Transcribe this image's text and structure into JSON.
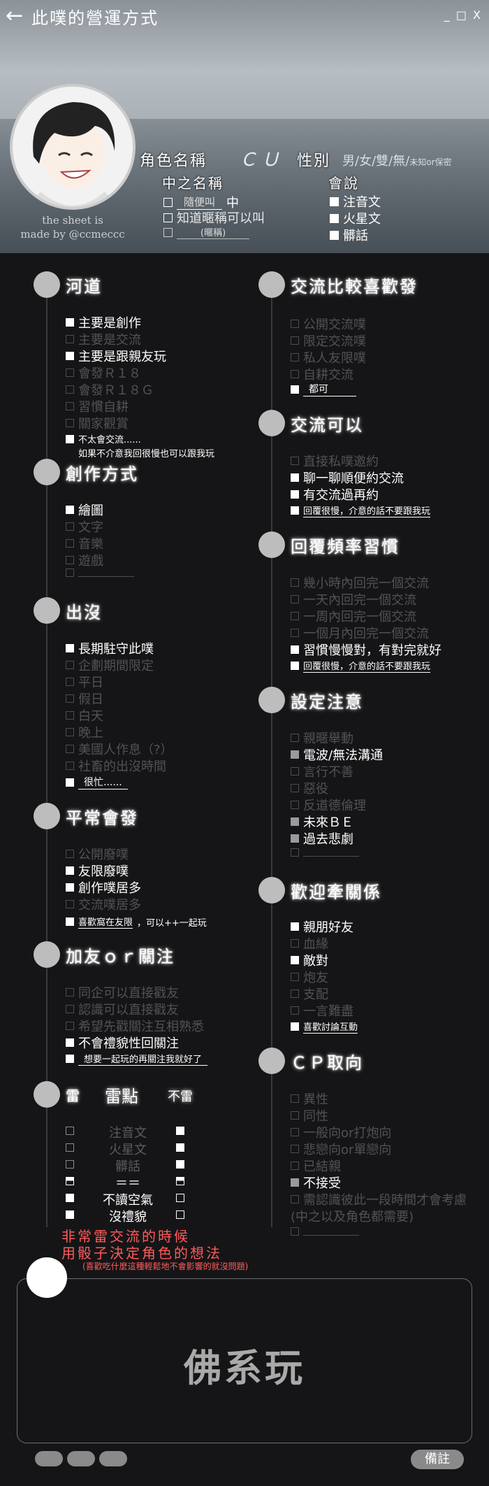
{
  "header": {
    "title": "此噗的營運方式",
    "window_controls": "_ □ X",
    "credit_line1": "the sheet is",
    "credit_line2": "made by @ccmeccc",
    "role_name_label": "角色名稱",
    "role_name_value": "ＣＵ",
    "gender_label": "性別",
    "gender_options": "男/女/雙/無/",
    "gender_unknown": "未知or保密",
    "chinese_name_label": "中之名稱",
    "cn_option1_value": "隨便叫",
    "cn_option1_suffix": "中",
    "cn_option2": "知道暱稱可以叫",
    "cn_option3": "(暱稱)",
    "speak_label": "會說",
    "speak_options": [
      "注音文",
      "火星文",
      "髒話"
    ]
  },
  "sections": {
    "river": {
      "title": "河道",
      "items": [
        "主要是創作",
        "主要是交流",
        "主要是跟親友玩",
        "會發Ｒ１８",
        "會發Ｒ１８Ｇ",
        "習慣自耕",
        "關家觀賞",
        "不太會交流......"
      ],
      "note": "如果不介意我回很慢也可以跟我玩"
    },
    "creation": {
      "title": "創作方式",
      "items": [
        "繪圖",
        "文字",
        "音樂",
        "遊戲"
      ]
    },
    "presence": {
      "title": "出沒",
      "items": [
        "長期駐守此噗",
        "企劃期間限定",
        "平日",
        "假日",
        "白天",
        "晚上",
        "美國人作息（?）",
        "社畜的出沒時間"
      ],
      "other": "很忙......"
    },
    "usual": {
      "title": "平常會發",
      "items": [
        "公開廢噗",
        "友限廢噗",
        "創作噗居多",
        "交流噗居多"
      ],
      "other": "喜歡窩在友限",
      "other_tail": "，可以++一起玩"
    },
    "friend": {
      "title": "加友ｏｒ關注",
      "items": [
        "同企可以直接戳友",
        "認識可以直接戳友",
        "希望先戳關注互相熟悉",
        "不會禮貌性回關注"
      ],
      "other": "想要一起玩的再關注我就好了"
    },
    "thunder": {
      "title_left": "雷",
      "title_mid": "雷點",
      "title_right": "不雷",
      "rows": [
        "注音文",
        "火星文",
        "髒話",
        "＝＝",
        "不讀空氣",
        "沒禮貌"
      ],
      "red1": "非常雷交流的時候",
      "red2": "用骰子決定角色的想法",
      "rednote": "(喜歡吃什麼這種輕鬆地不會影響的就沒問題)"
    },
    "prefer_exchange": {
      "title": "交流比較喜歡發",
      "items": [
        "公開交流噗",
        "限定交流噗",
        "私人友限噗",
        "自耕交流"
      ],
      "other": "都可"
    },
    "exchange_ok": {
      "title": "交流可以",
      "items": [
        "直接私噗邀約",
        "聊一聊順便約交流",
        "有交流過再約"
      ],
      "other": "回覆很慢，介意的話不要跟我玩"
    },
    "reply": {
      "title": "回覆頻率習慣",
      "items": [
        "幾小時內回完一個交流",
        "一天內回完一個交流",
        "一周內回完一個交流",
        "一個月內回完一個交流",
        "習慣慢慢對，有對完就好"
      ],
      "other": "回覆很慢，介意的話不要跟我玩"
    },
    "setting": {
      "title": "設定注意",
      "items": [
        "親暱舉動",
        "電波/無法溝通",
        "言行不善",
        "惡役",
        "反道德倫理",
        "未來ＢＥ",
        "過去悲劇"
      ]
    },
    "welcome": {
      "title": "歡迎牽關係",
      "items": [
        "親朋好友",
        "血緣",
        "敵對",
        "炮友",
        "支配",
        "一言難盡"
      ],
      "other": "喜歡討論互動"
    },
    "cp": {
      "title": "ＣＰ取向",
      "items": [
        "異性",
        "同性",
        "一般向or打炮向",
        "悲戀向or單戀向",
        "已結親",
        "不接受",
        "需認識彼此一段時間才會考慮",
        "(中之以及角色都需要)"
      ]
    }
  },
  "bottom": {
    "main_text": "佛系玩",
    "note_button": "備註"
  }
}
